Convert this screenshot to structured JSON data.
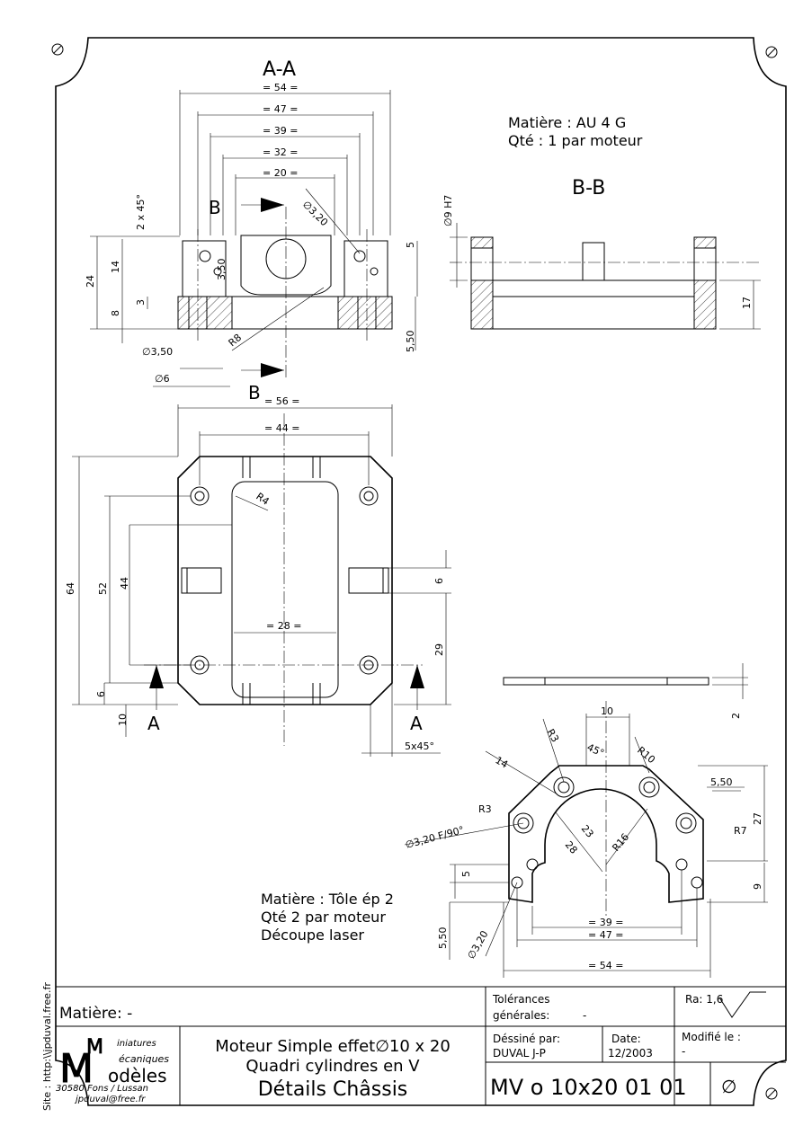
{
  "views": {
    "section_aa": "A-A",
    "section_bb": "B-B",
    "cut_a": "A",
    "cut_b": "B"
  },
  "notes": {
    "top_material": "Matière : AU 4 G",
    "top_qty": "Qté : 1 par moteur",
    "sheet_material": "Matière : Tôle ép 2",
    "sheet_qty": "Qté 2 par moteur",
    "sheet_process": "Découpe laser",
    "site": "Site : http:\\\\jpduval.free.fr"
  },
  "dims_aa": {
    "d54": "= 54 =",
    "d47": "= 47 =",
    "d39": "= 39 =",
    "d32": "= 32 =",
    "d20": "= 20 =",
    "chamfer": "2 x 45°",
    "v24": "24",
    "v14": "14",
    "v8": "8",
    "v3": "3",
    "v350": "3,50",
    "hole": "∅3,20",
    "r8": "R8",
    "v5": "5",
    "v550": "5,50",
    "d350": "∅3,50",
    "d6": "∅6"
  },
  "dims_bb": {
    "bore": "∅9 H7",
    "v17": "17"
  },
  "dims_plan": {
    "d56": "= 56 =",
    "d44": "= 44 =",
    "r4": "R4",
    "d28": "= 28 =",
    "v64": "64",
    "v52": "52",
    "v44": "44",
    "v6": "6",
    "v10": "10",
    "v6r": "6",
    "v29": "29",
    "chamfer": "5x45°"
  },
  "dims_plate": {
    "t2": "2",
    "d10": "10",
    "r3a": "R3",
    "a45": "45°",
    "r10": "R10",
    "d14": "14",
    "d550": "5,50",
    "r3b": "R3",
    "hole": "∅3,20 F/90°",
    "d23": "23",
    "d28": "28",
    "r16": "R16",
    "r7": "R7",
    "v27": "27",
    "v9": "9",
    "v5": "5",
    "v550": "5,50",
    "hole2": "∅3,20",
    "d39": "= 39 =",
    "d47": "= 47 =",
    "d54": "= 54 ="
  },
  "title_block": {
    "material_label": "Matière:  -",
    "tolerances_label": "Tolérances",
    "tolerances_sub": "générales:",
    "tolerances_value": "-",
    "ra": "Ra: 1,6",
    "logo_line1": "iniatures",
    "logo_line2": "écaniques",
    "logo_line3": "odèles",
    "logo_addr": "30580 Fons / Lussan",
    "logo_mail": "jpduval@free.fr",
    "title1": "Moteur Simple effet∅10 x 20",
    "title2": "Quadri cylindres en V",
    "title3": "Détails Châssis",
    "drawn_label": "Déssiné par:",
    "drawn_value": "DUVAL J-P",
    "date_label": "Date:",
    "date_value": "12/2003",
    "modified_label": "Modifié le :",
    "modified_value": "-",
    "ref": "MV o 10x20 01 01",
    "symbol": "∅"
  }
}
